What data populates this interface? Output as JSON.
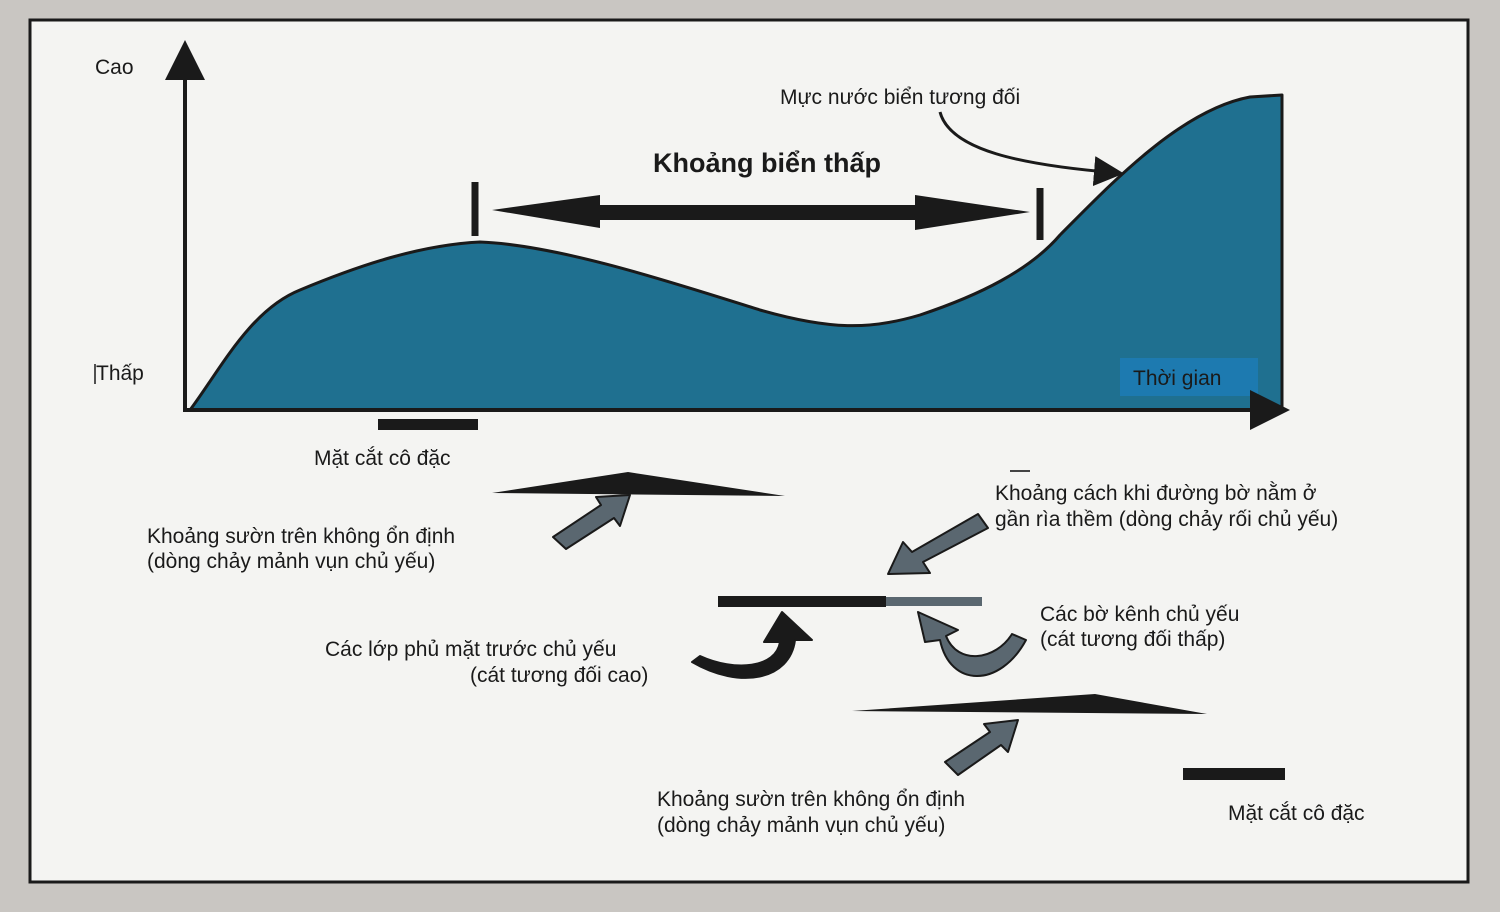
{
  "colors": {
    "page_bg": "#c9c6c2",
    "panel_bg": "#f4f4f2",
    "sea_fill": "#1f7090",
    "time_box": "#1d7ab0",
    "ink": "#1a1a1a",
    "arrow_fill": "#5a6770"
  },
  "axes": {
    "y_high": "Cao",
    "y_low": "Thấp",
    "x_label": "Thời gian"
  },
  "curve_label": "Mực nước biển tương đối",
  "lowstand_label": "Khoảng biển thấp",
  "condensed_section_top": "Mặt cắt cô đặc",
  "condensed_section_bottom": "Mặt cắt cô đặc",
  "slope_upper": {
    "line1": "Khoảng sườn trên không ổn định",
    "line2": "(dòng chảy mảnh vụn chủ yếu)"
  },
  "shelf_edge": {
    "line1": "Khoảng cách khi đường bờ nằm ở",
    "line2": "gần rìa thềm (dòng chảy rối chủ yếu)"
  },
  "front_lobes": {
    "line1": "Các lớp phủ mặt trước chủ yếu",
    "line2": "(cát tương đối cao)"
  },
  "channel_levees": {
    "line1": "Các bờ kênh chủ yếu",
    "line2": "(cát tương đối thấp)"
  },
  "slope_lower": {
    "line1": "Khoảng sườn trên không ổn định",
    "line2": "(dòng chảy mảnh vụn chủ yếu)"
  },
  "icons": [
    "upward-arrow-icon",
    "downleft-arrow-icon",
    "curved-arrow-icon"
  ]
}
